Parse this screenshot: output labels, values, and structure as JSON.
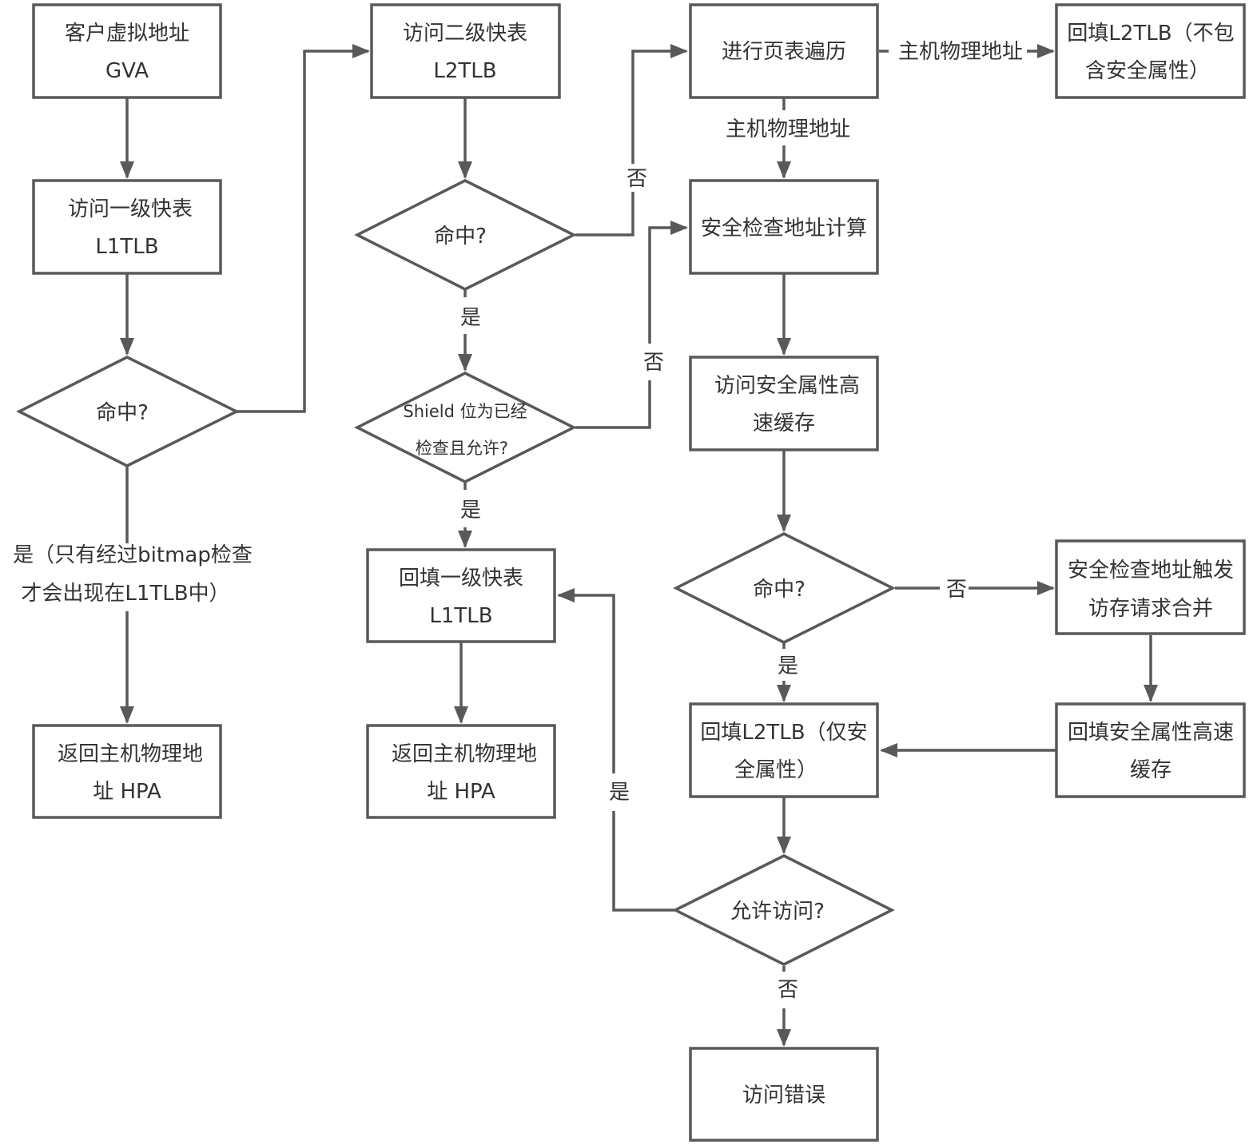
{
  "diagram": {
    "line_color": "#595959",
    "text_color": "#333333",
    "nodes": {
      "gva": [
        "客户虚拟地址",
        "GVA"
      ],
      "l1tlb": [
        "访问一级快表",
        "L1TLB"
      ],
      "hit1": [
        "命中?"
      ],
      "hpa1": [
        "返回主机物理地",
        "址 HPA"
      ],
      "l2tlb": [
        "访问二级快表",
        "L2TLB"
      ],
      "hit2": [
        "命中?"
      ],
      "shield": [
        "Shield 位为已经",
        "检查且允许?"
      ],
      "refill_l1": [
        "回填一级快表",
        "L1TLB"
      ],
      "hpa2": [
        "返回主机物理地",
        "址 HPA"
      ],
      "walk": [
        "进行页表遍历"
      ],
      "refill_l2_nosec": [
        "回填L2TLB（不包",
        "含安全属性）"
      ],
      "sec_calc": [
        "安全检查地址计算"
      ],
      "sec_cache": [
        "访问安全属性高",
        "速缓存"
      ],
      "hit3": [
        "命中?"
      ],
      "merge": [
        "安全检查地址触发",
        "访存请求合并"
      ],
      "refill_l2_sec": [
        "回填L2TLB（仅安",
        "全属性）"
      ],
      "refill_sec_cache": [
        "回填安全属性高速",
        "缓存"
      ],
      "allow": [
        "允许访问?"
      ],
      "error": [
        "访问错误"
      ]
    },
    "edge_labels": {
      "hit1_yes": [
        "是（只有经过bitmap检查",
        "才会出现在L1TLB中）"
      ],
      "hit2_no": "否",
      "hit2_yes": "是",
      "shield_no": "否",
      "shield_yes": "是",
      "walk_right": "主机物理地址",
      "walk_down": "主机物理地址",
      "hit3_no": "否",
      "hit3_yes": "是",
      "allow_yes": "是",
      "allow_no": "否"
    }
  }
}
